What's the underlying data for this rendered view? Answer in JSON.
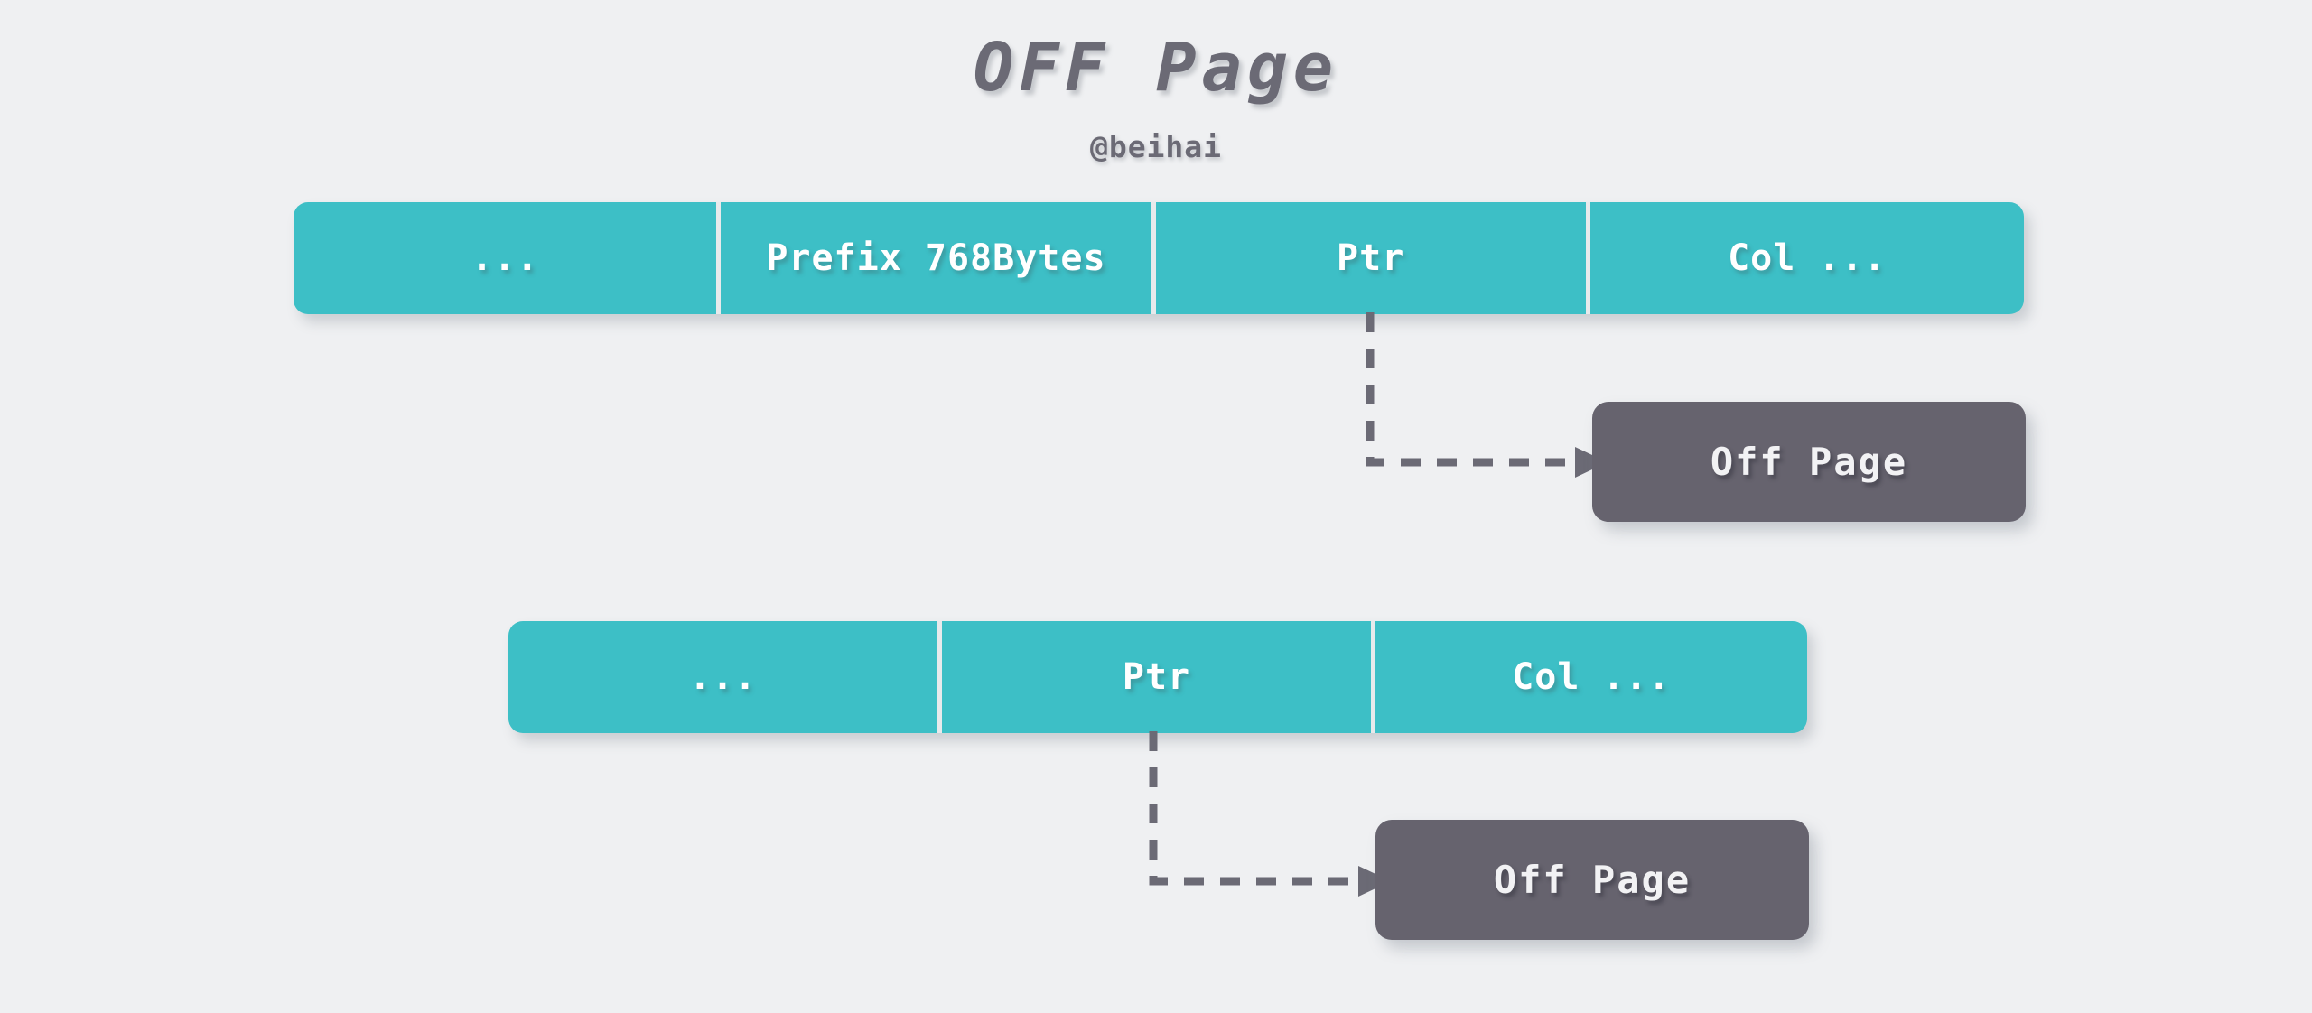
{
  "header": {
    "title": "OFF Page",
    "handle": "@beihai"
  },
  "colors": {
    "background": "#eff0f2",
    "record_fill": "#3dbfc6",
    "record_text": "#ffffff",
    "divider": "#e8eaec",
    "offpage_fill": "#66636e",
    "offpage_text": "#f2f2f4",
    "connector": "#6b6a75",
    "heading_text": "#6b6a75"
  },
  "diagram": {
    "rows": [
      {
        "id": "record-row-1",
        "cells": [
          {
            "label": "...",
            "name": "cell-ellipsis"
          },
          {
            "label": "Prefix 768Bytes",
            "name": "cell-prefix"
          },
          {
            "label": "Ptr",
            "name": "cell-ptr"
          },
          {
            "label": "Col ...",
            "name": "cell-col"
          }
        ],
        "target": {
          "label": "Off Page",
          "name": "offpage-box-1"
        }
      },
      {
        "id": "record-row-2",
        "cells": [
          {
            "label": "...",
            "name": "cell-ellipsis"
          },
          {
            "label": "Ptr",
            "name": "cell-ptr"
          },
          {
            "label": "Col ...",
            "name": "cell-col"
          }
        ],
        "target": {
          "label": "Off Page",
          "name": "offpage-box-2"
        }
      }
    ]
  }
}
